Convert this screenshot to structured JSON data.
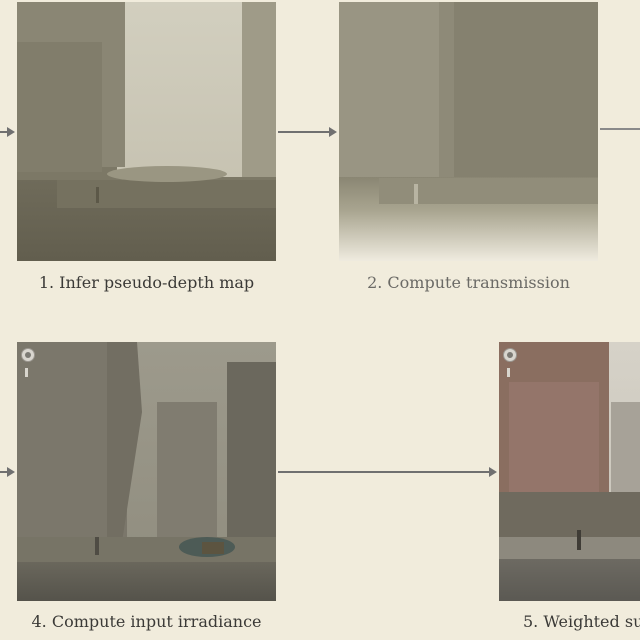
{
  "steps": [
    {
      "label": "1. Infer pseudo-depth map"
    },
    {
      "label": "2. Compute transmission"
    },
    {
      "label": "4. Compute input irradiance"
    },
    {
      "label": "5. Weighted su"
    }
  ],
  "icons": [
    "compass-icon",
    "scale-bar-icon"
  ]
}
